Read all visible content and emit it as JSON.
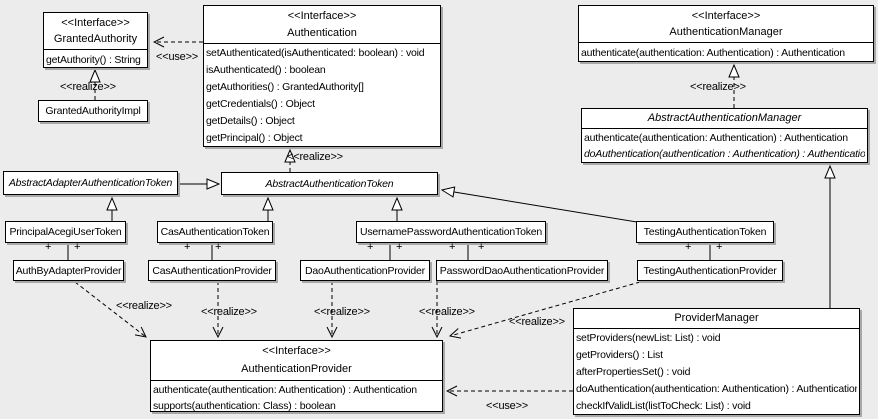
{
  "colors": {
    "bg": "#ececec",
    "box-fill": "#ffffff",
    "line": "#000000",
    "shadow": "#a8a8a8"
  },
  "stereotypes": {
    "interface": "<<Interface>>",
    "realize": "<<realize>>",
    "use": "<<use>>",
    "plus": "+"
  },
  "classes": {
    "granted_authority": {
      "stereotype": "<<Interface>>",
      "name": "GrantedAuthority",
      "methods": [
        "getAuthority() : String"
      ]
    },
    "granted_authority_impl": {
      "name": "GrantedAuthorityImpl"
    },
    "authentication": {
      "stereotype": "<<Interface>>",
      "name": "Authentication",
      "methods": [
        "setAuthenticated(isAuthenticated: boolean) : void",
        "isAuthenticated() : boolean",
        "getAuthorities() : GrantedAuthority[]",
        "getCredentials() : Object",
        "getDetails() : Object",
        "getPrincipal() : Object"
      ]
    },
    "authentication_manager": {
      "stereotype": "<<Interface>>",
      "name": "AuthenticationManager",
      "methods": [
        "authenticate(authentication: Authentication) : Authentication"
      ]
    },
    "abstract_authentication_manager": {
      "name": "AbstractAuthenticationManager",
      "abstract": true,
      "methods": [
        "authenticate(authentication: Authentication) : Authentication",
        "doAuthentication(authentication : Authentication) : Authentication"
      ]
    },
    "abstract_adapter_authentication_token": {
      "name": "AbstractAdapterAuthenticationToken",
      "abstract": true
    },
    "abstract_authentication_token": {
      "name": "AbstractAuthenticationToken",
      "abstract": true
    },
    "principal_acegi_user_token": {
      "name": "PrincipalAcegiUserToken"
    },
    "cas_authentication_token": {
      "name": "CasAuthenticationToken"
    },
    "username_password_authentication_token": {
      "name": "UsernamePasswordAuthenticationToken"
    },
    "testing_authentication_token": {
      "name": "TestingAuthenticationToken"
    },
    "auth_by_adapter_provider": {
      "name": "AuthByAdapterProvider"
    },
    "cas_authentication_provider": {
      "name": "CasAuthenticationProvider"
    },
    "dao_authentication_provider": {
      "name": "DaoAuthenticationProvider"
    },
    "password_dao_authentication_provider": {
      "name": "PasswordDaoAuthenticationProvider"
    },
    "testing_authentication_provider": {
      "name": "TestingAuthenticationProvider"
    },
    "authentication_provider": {
      "stereotype": "<<Interface>>",
      "name": "AuthenticationProvider",
      "methods": [
        "authenticate(authentication: Authentication) : Authentication",
        "supports(authentication: Class) : boolean"
      ]
    },
    "provider_manager": {
      "name": "ProviderManager",
      "methods": [
        "setProviders(newList: List) : void",
        "getProviders() : List",
        "afterPropertiesSet() : void",
        "doAuthentication(authentication: Authentication) : Authentication",
        "checkIfValidList(listToCheck: List) : void"
      ]
    }
  }
}
